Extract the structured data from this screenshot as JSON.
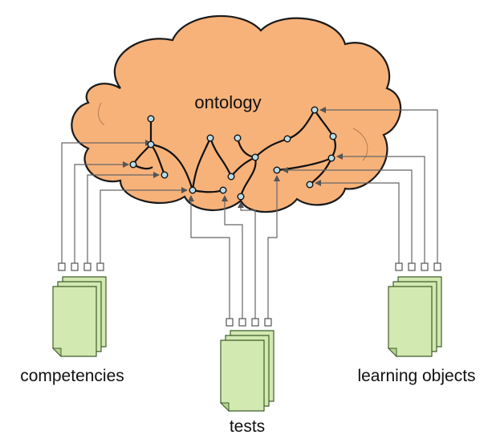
{
  "diagram": {
    "title": "ontology",
    "groups": {
      "competencies": "competencies",
      "tests": "tests",
      "learning_objects": "learning objects"
    },
    "colors": {
      "cloud_fill": "#f7b27a",
      "cloud_stroke": "#1a1a1a",
      "doc_fill": "#d3e9b2",
      "doc_stroke": "#3f5e2a",
      "connector": "#666666",
      "node_fill": "#b9dde8"
    }
  }
}
